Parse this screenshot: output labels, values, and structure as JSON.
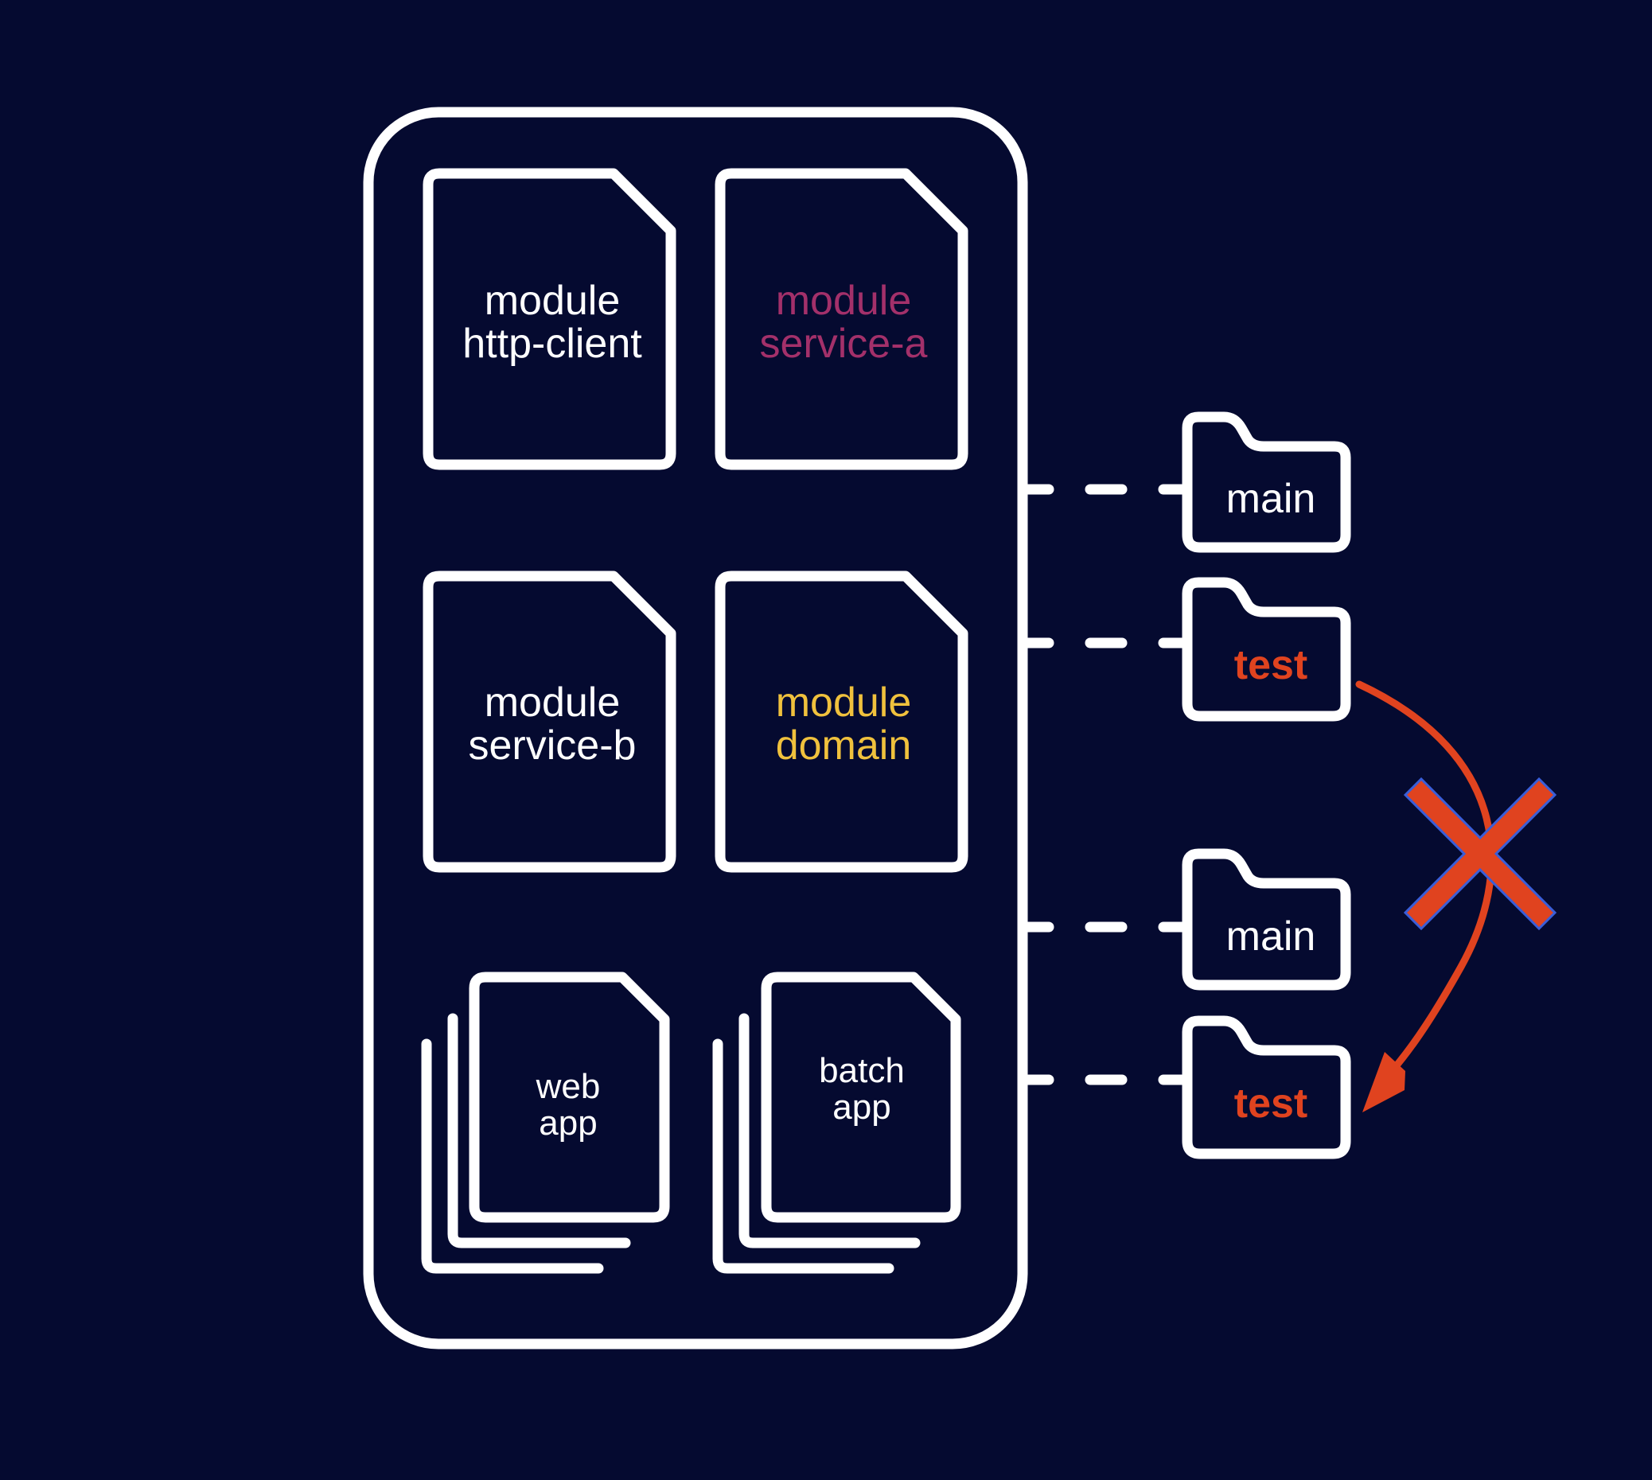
{
  "colors": {
    "background": "#050a30",
    "stroke": "#ffffff",
    "service_a": "#a3306a",
    "domain": "#f0c13d",
    "test": "#e0431f",
    "cross_outline": "#3a5ed8"
  },
  "modules": {
    "http_client": {
      "line1": "module",
      "line2": "http-client"
    },
    "service_a": {
      "line1": "module",
      "line2": "service-a"
    },
    "service_b": {
      "line1": "module",
      "line2": "service-b"
    },
    "domain": {
      "line1": "module",
      "line2": "domain"
    },
    "web_app": {
      "line1": "web",
      "line2": "app"
    },
    "batch_app": {
      "line1": "batch",
      "line2": "app"
    }
  },
  "folders": {
    "main_1": "main",
    "test_1": "test",
    "main_2": "main",
    "test_2": "test"
  },
  "icons": {
    "forbidden": "cross-icon",
    "dependency": "curved-arrow-icon"
  }
}
